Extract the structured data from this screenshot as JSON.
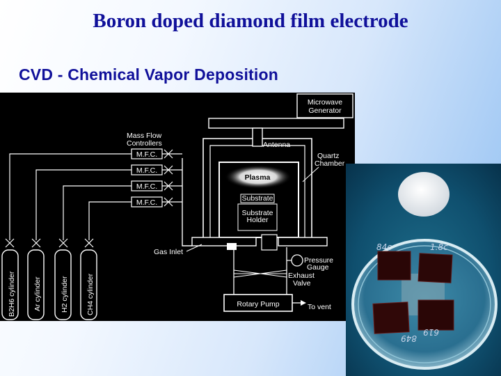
{
  "slide": {
    "title": "Boron doped diamond film electrode",
    "subtitle": "CVD - Chemical Vapor Deposition"
  },
  "diagram": {
    "microwave_generator": [
      "Microwave",
      "Generator"
    ],
    "antenna": "Antenna",
    "quartz_chamber": [
      "Quartz",
      "Chamber"
    ],
    "mass_flow_controllers": [
      "Mass Flow",
      "Controllers"
    ],
    "mfc_label": "M.F.C.",
    "plasma": "Plasma",
    "substrate": "Substrate",
    "substrate_holder": [
      "Substrate",
      "Holder"
    ],
    "gas_inlet": "Gas Inlet",
    "pressure_gauge": [
      "Pressure",
      "Gauge"
    ],
    "exhaust_valve": [
      "Exhaust",
      "Valve"
    ],
    "rotary_pump": "Rotary Pump",
    "to_vent": "To vent",
    "cylinders": [
      "B2H6 cylinder",
      "Ar cylinder",
      "H2 cylinder",
      "CH4 cylinder"
    ]
  },
  "photo": {
    "handwriting": [
      "84c",
      "1.8c",
      "849",
      "619"
    ]
  }
}
